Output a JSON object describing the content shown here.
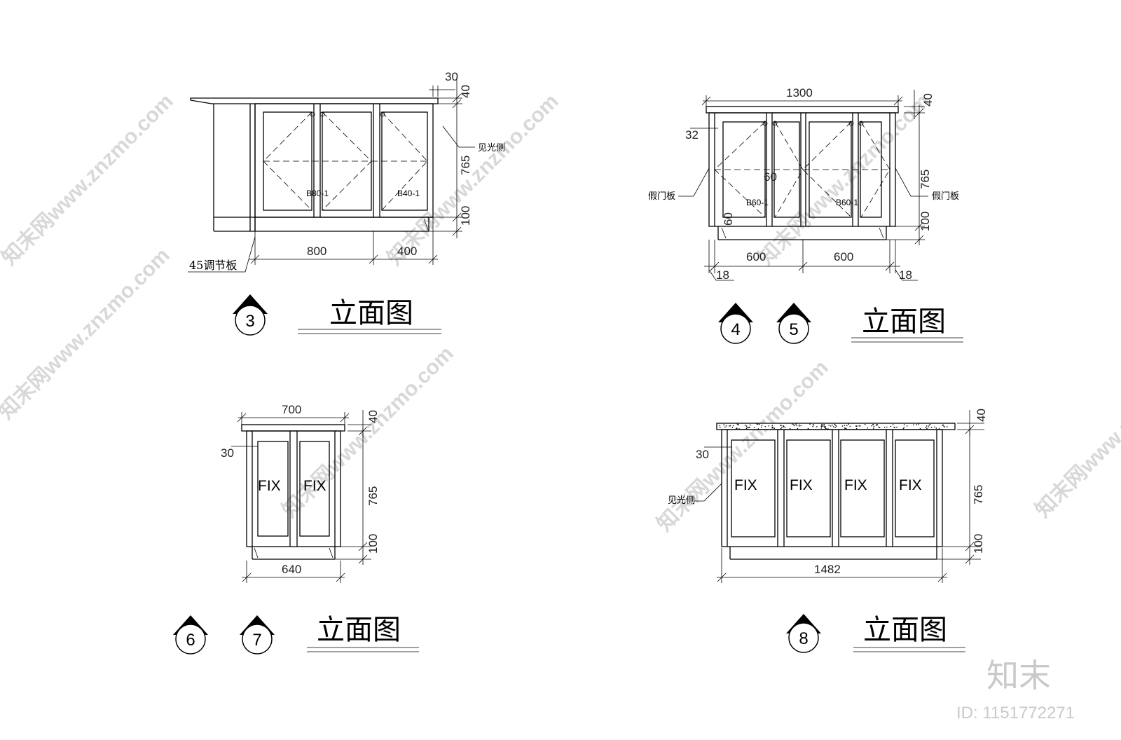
{
  "watermark": "知末网www.znzmo.com",
  "brand": {
    "logo": "知末",
    "id_label": "ID: 1151772271"
  },
  "views": [
    {
      "markers": [
        "3"
      ],
      "title": "立面图",
      "dims": [
        "30",
        "40",
        "765",
        "100",
        "800",
        "400"
      ],
      "labels": [
        "B80-1",
        "B40-1"
      ],
      "notes": [
        "见光侧",
        "45调节板"
      ]
    },
    {
      "markers": [
        "4",
        "5"
      ],
      "title": "立面图",
      "dims": [
        "1300",
        "40",
        "32",
        "60",
        "765",
        "60",
        "100",
        "600",
        "600",
        "18",
        "18"
      ],
      "labels": [
        "B60-1",
        "B60-1"
      ],
      "notes": [
        "假门板",
        "假门板"
      ]
    },
    {
      "markers": [
        "6",
        "7"
      ],
      "title": "立面图",
      "dims": [
        "700",
        "40",
        "30",
        "765",
        "100",
        "640"
      ],
      "labels": [
        "FIX",
        "FIX"
      ],
      "notes": []
    },
    {
      "markers": [
        "8"
      ],
      "title": "立面图",
      "dims": [
        "40",
        "30",
        "765",
        "100",
        "1482"
      ],
      "labels": [
        "FIX",
        "FIX",
        "FIX",
        "FIX"
      ],
      "notes": [
        "见光侧"
      ]
    }
  ]
}
